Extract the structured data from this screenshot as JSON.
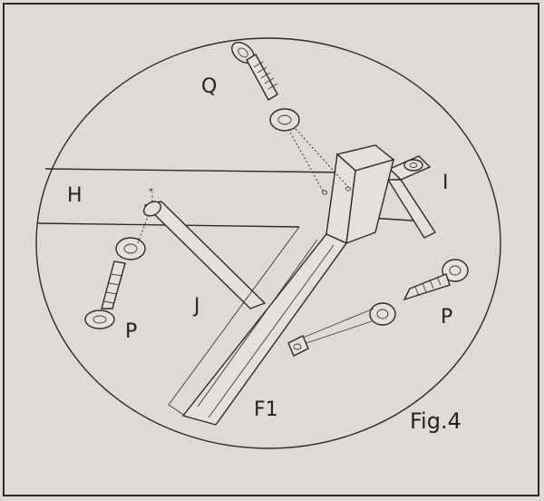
{
  "labels": {
    "q": "Q",
    "h": "H",
    "i": "I",
    "j": "J",
    "p_left": "P",
    "p_right": "P",
    "f1": "F1",
    "figure": "Fig.4"
  }
}
